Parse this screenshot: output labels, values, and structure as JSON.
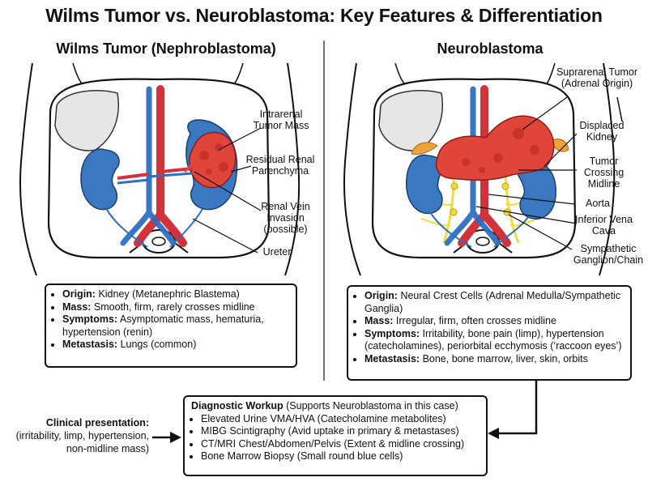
{
  "title": "Wilms Tumor vs. Neuroblastoma: Key Features & Differentiation",
  "left": {
    "heading": "Wilms Tumor (Nephroblastoma)",
    "labels": {
      "intrarenal": "Intrarenal Tumor Mass",
      "residual": "Residual Renal Parenchyma",
      "renal_vein": "Renal Vein Invasion (possible)",
      "ureter": "Ureter"
    },
    "facts": [
      {
        "key": "Origin:",
        "value": " Kidney (Metanephric Blastema)"
      },
      {
        "key": "Mass:",
        "value": " Smooth, firm, rarely crosses midline"
      },
      {
        "key": "Symptoms:",
        "value": " Asymptomatic mass, hematuria, hypertension (renin)"
      },
      {
        "key": "Metastasis:",
        "value": " Lungs (common)"
      }
    ]
  },
  "right": {
    "heading": "Neuroblastoma",
    "labels": {
      "suprarenal": "Suprarenal Tumor (Adrenal Origin)",
      "displaced": "Displaced Kidney",
      "crossing": "Tumor Crossing Midline",
      "aorta": "Aorta",
      "ivc": "Inferior Vena Cava",
      "sympathetic": "Sympathetic Ganglion/Chain"
    },
    "facts": [
      {
        "key": "Origin:",
        "value": " Neural Crest Cells (Adrenal Medulla/Sympathetic Ganglia)"
      },
      {
        "key": "Mass:",
        "value": " Irregular, firm, often crosses midline"
      },
      {
        "key": "Symptoms:",
        "value": " Irritability, bone pain (limp), hypertension (catecholamines), periorbital ecchymosis (‘raccoon eyes’)"
      },
      {
        "key": "Metastasis:",
        "value": " Bone, bone marrow, liver, skin, orbits"
      }
    ]
  },
  "clinical": {
    "title": "Clinical presentation:",
    "text": "(irritability, limp, hypertension, non-midline mass)"
  },
  "workup": {
    "title": "Diagnostic Workup",
    "subtitle": " (Supports Neuroblastoma in this case)",
    "items": [
      "Elevated Urine VMA/HVA (Catecholamine metabolites)",
      "MIBG Scintigraphy (Avid uptake in primary & metastases)",
      "CT/MRI Chest/Abdomen/Pelvis (Extent & midline crossing)",
      "Bone Marrow Biopsy (Small round blue cells)"
    ]
  },
  "colors": {
    "kidney": "#3a78c2",
    "tumor": "#e0453a",
    "artery": "#d4323a",
    "vein": "#2f6fc0",
    "nerve": "#f2dc3c",
    "adrenal": "#f0a33a",
    "liver": "#e6e6e6"
  }
}
